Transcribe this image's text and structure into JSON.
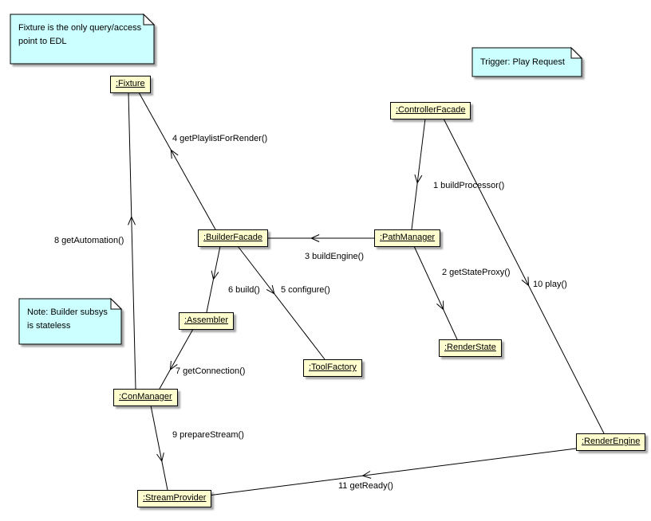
{
  "diagram": {
    "kind": "uml-collaboration-diagram"
  },
  "colors": {
    "background": "#FFFFFF",
    "node_fill": "#FEFECE",
    "node_border": "#000000",
    "note_fill": "#CCFFFF",
    "edge": "#000000",
    "shadow": "#A9A9A9"
  },
  "nodes": [
    {
      "id": "fixture",
      "label": ":Fixture"
    },
    {
      "id": "controller-facade",
      "label": ":ControllerFacade"
    },
    {
      "id": "builder-facade",
      "label": ":BuilderFacade"
    },
    {
      "id": "path-manager",
      "label": ":PathManager"
    },
    {
      "id": "assembler",
      "label": ":Assembler"
    },
    {
      "id": "render-state",
      "label": ":RenderState"
    },
    {
      "id": "tool-factory",
      "label": ":ToolFactory"
    },
    {
      "id": "con-manager",
      "label": ":ConManager"
    },
    {
      "id": "render-engine",
      "label": ":RenderEngine"
    },
    {
      "id": "stream-provider",
      "label": ":StreamProvider"
    }
  ],
  "notes": [
    {
      "id": "note-fixture",
      "lines": [
        "Fixture is the only query/access",
        "point to EDL"
      ]
    },
    {
      "id": "note-trigger",
      "lines": [
        "Trigger: Play Request"
      ]
    },
    {
      "id": "note-builder",
      "lines": [
        "Note: Builder subsys",
        "is stateless"
      ]
    }
  ],
  "messages": [
    {
      "id": "msg1",
      "label": "1 buildProcessor()"
    },
    {
      "id": "msg2",
      "label": "2 getStateProxy()"
    },
    {
      "id": "msg3",
      "label": "3 buildEngine()"
    },
    {
      "id": "msg4",
      "label": "4 getPlaylistForRender()"
    },
    {
      "id": "msg5",
      "label": "5 configure()"
    },
    {
      "id": "msg6",
      "label": "6 build()"
    },
    {
      "id": "msg7",
      "label": "7 getConnection()"
    },
    {
      "id": "msg8",
      "label": "8 getAutomation()"
    },
    {
      "id": "msg9",
      "label": "9 prepareStream()"
    },
    {
      "id": "msg10",
      "label": "10 play()"
    },
    {
      "id": "msg11",
      "label": "11 getReady()"
    }
  ]
}
